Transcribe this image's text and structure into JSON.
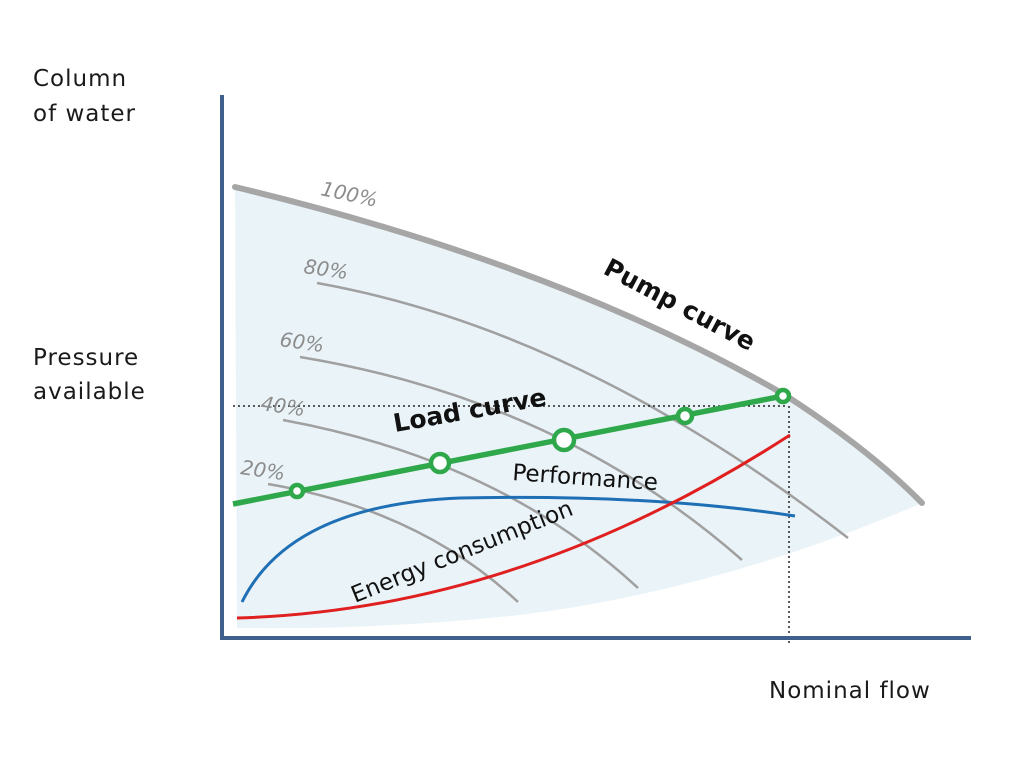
{
  "chart_data": {
    "type": "line",
    "title": "",
    "ylabel": [
      "Column",
      "of water"
    ],
    "ylabel_mid": [
      "Pressure",
      "available"
    ],
    "xlabel": "Nominal flow",
    "grid": false,
    "speed_labels": [
      "100%",
      "80%",
      "60%",
      "40%",
      "20%"
    ],
    "series": [
      {
        "name": "Pump curve",
        "color": "#a6a6a6"
      },
      {
        "name": "Load curve",
        "color": "#2ea84a"
      },
      {
        "name": "Performance",
        "color": "#1f6fb5"
      },
      {
        "name": "Energy consumption",
        "color": "#e02020"
      }
    ],
    "load_curve_points": 5
  }
}
